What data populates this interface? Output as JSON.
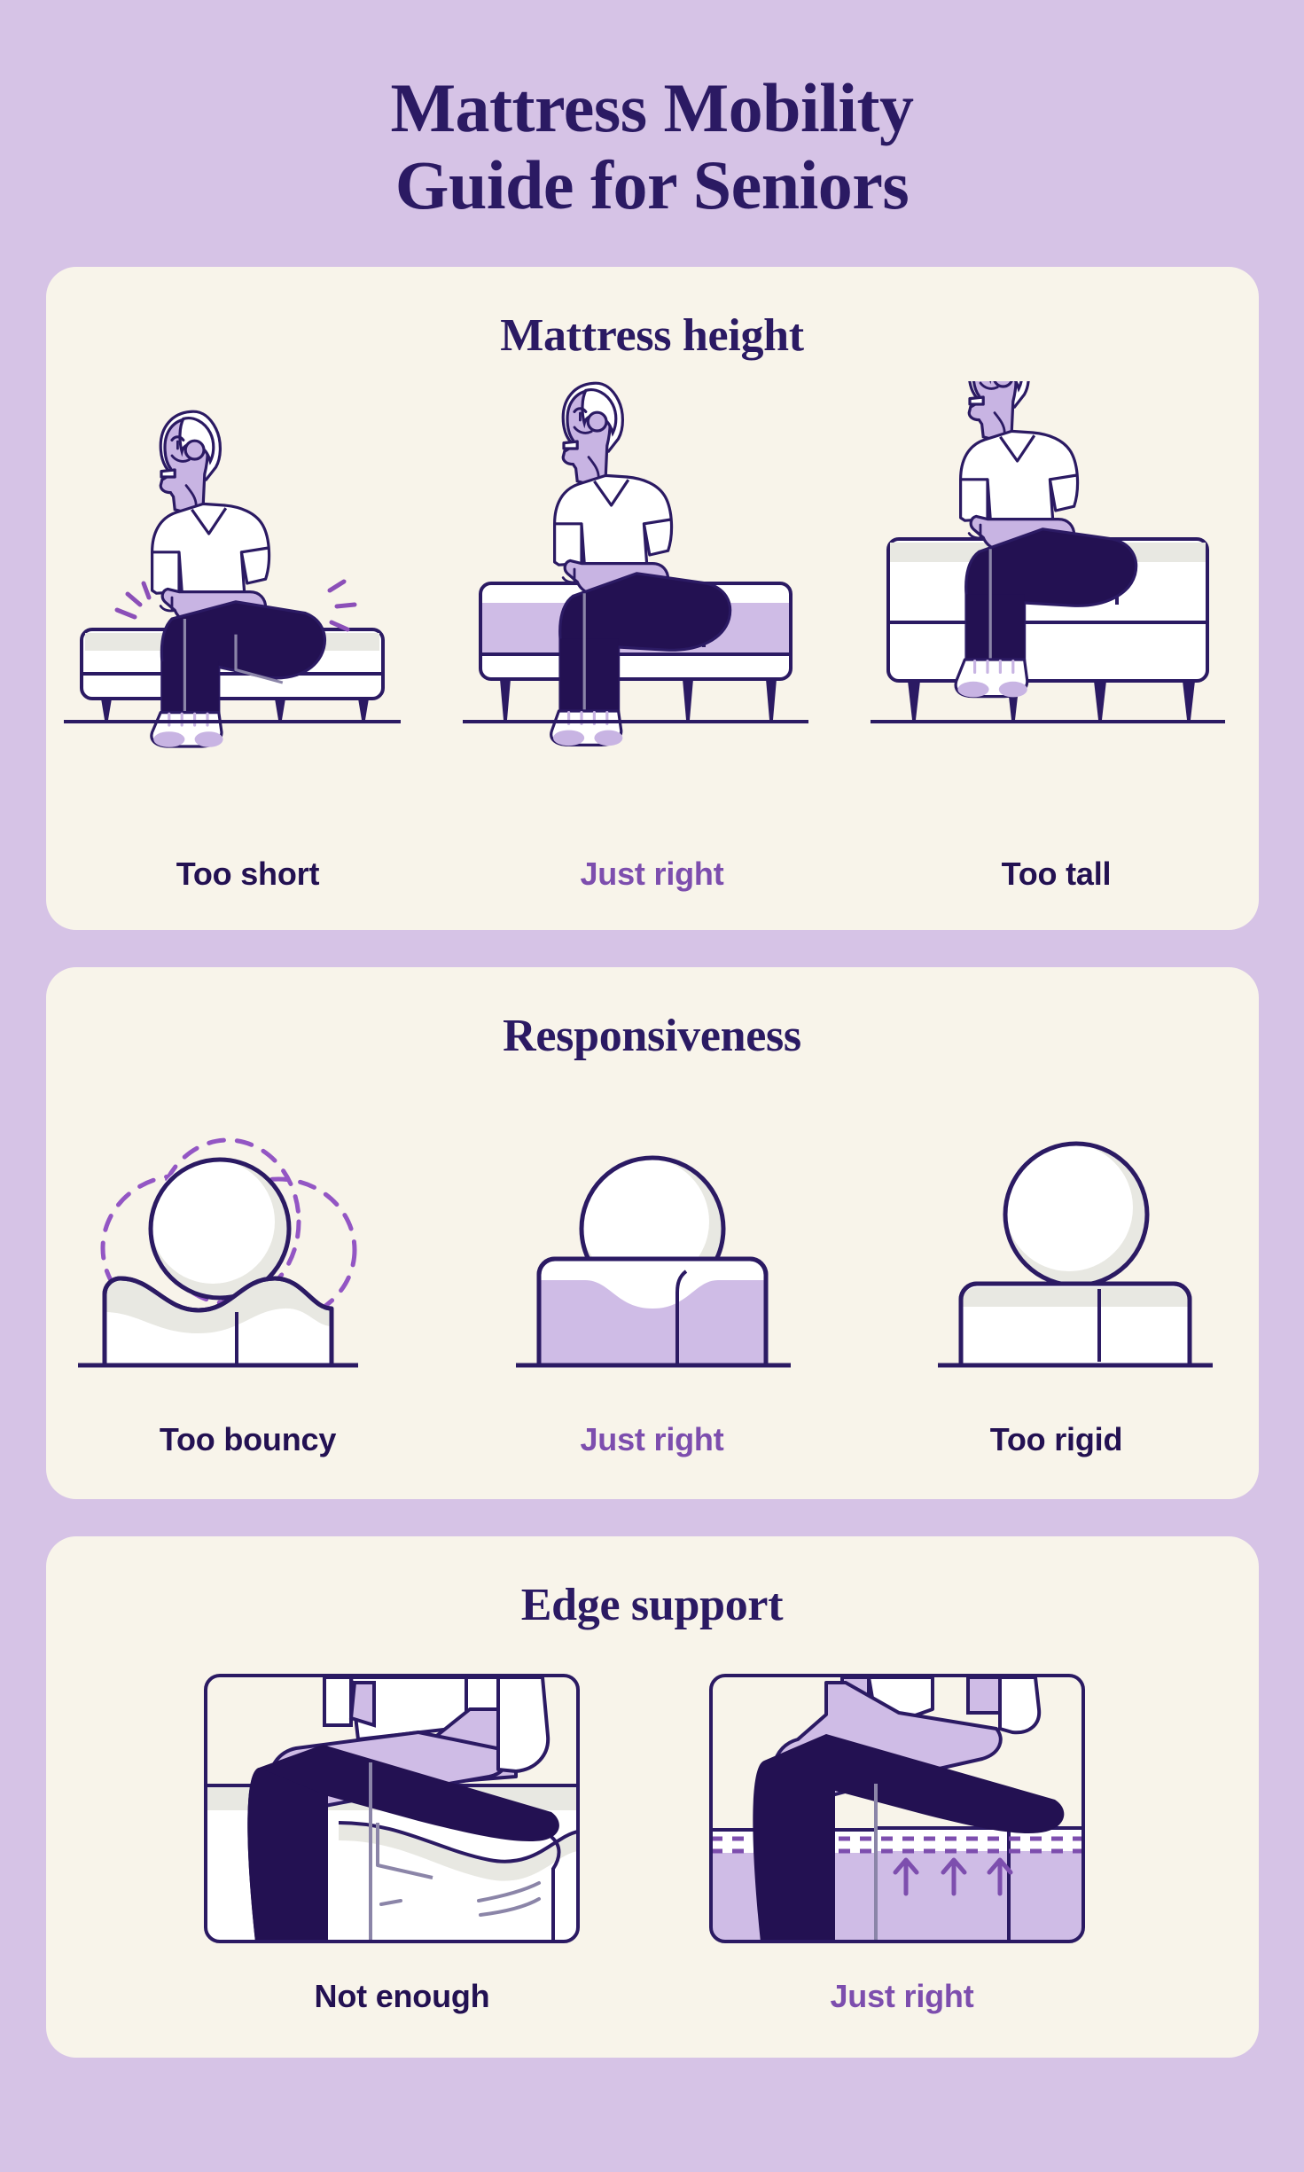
{
  "colors": {
    "page_background": "#D6C3E6",
    "card_background": "#F8F4EA",
    "ink": "#2B1A63",
    "accent_purple": "#7D4EAE",
    "lilac": "#CFBCE6",
    "navy": "#231152",
    "white": "#FFFFFF",
    "shadow_grey": "#E8E8E2"
  },
  "header": {
    "title_line_1": "Mattress Mobility",
    "title_line_2": "Guide for Seniors"
  },
  "sections": [
    {
      "id": "mattress-height",
      "heading": "Mattress height",
      "items": [
        {
          "label": "Too short",
          "state": "bad",
          "icon": "senior-sitting-low-bed-icon"
        },
        {
          "label": "Just right",
          "state": "good",
          "icon": "senior-sitting-correct-bed-icon"
        },
        {
          "label": "Too tall",
          "state": "bad",
          "icon": "senior-sitting-high-bed-icon"
        }
      ]
    },
    {
      "id": "responsiveness",
      "heading": "Responsiveness",
      "items": [
        {
          "label": "Too bouncy",
          "state": "bad",
          "icon": "bouncing-ball-icon"
        },
        {
          "label": "Just right",
          "state": "good",
          "icon": "ball-sinking-icon"
        },
        {
          "label": "Too rigid",
          "state": "bad",
          "icon": "ball-resting-flat-icon"
        }
      ]
    },
    {
      "id": "edge-support",
      "heading": "Edge support",
      "items": [
        {
          "label": "Not enough",
          "state": "bad",
          "icon": "sagging-mattress-edge-icon"
        },
        {
          "label": "Just right",
          "state": "good",
          "icon": "firm-mattress-edge-icon"
        }
      ]
    }
  ]
}
